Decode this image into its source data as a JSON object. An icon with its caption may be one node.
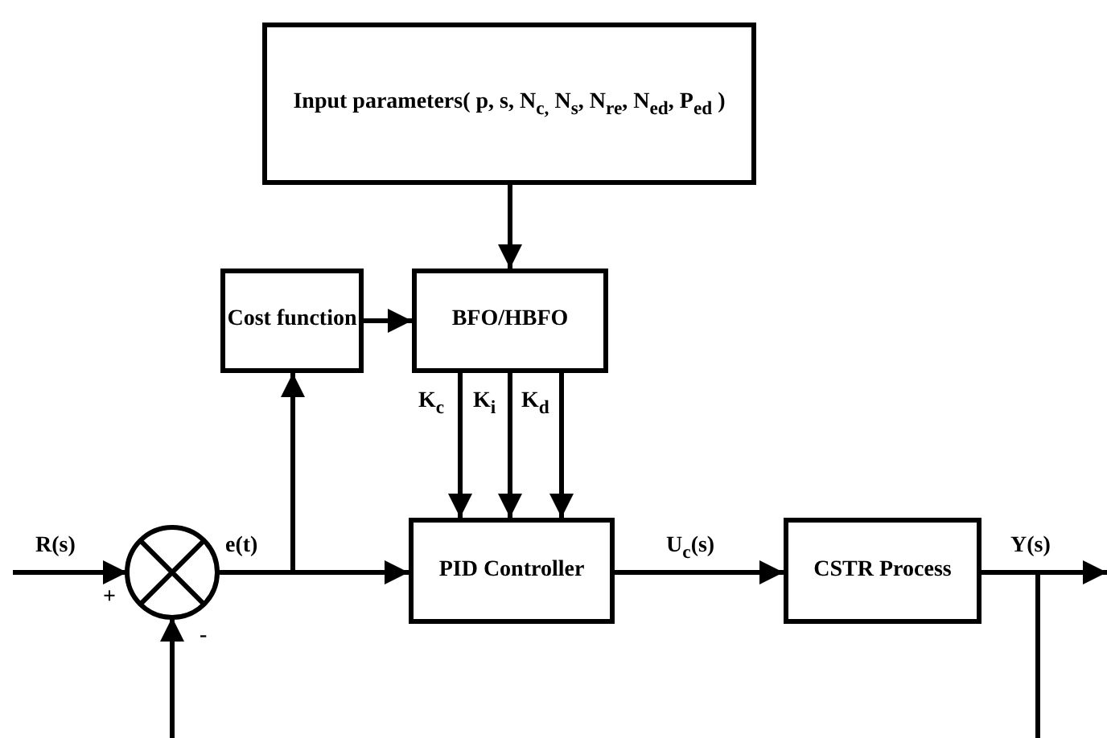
{
  "diagram": {
    "nodes": [
      {
        "text": [
          "Input parameters( p, s, N$_{c,}$ N$_{s}$, N$_{re}$, N$_{ed}$, P$_{ed}$ )"
        ]
      },
      {
        "text": [
          "Cost function"
        ]
      },
      {
        "text": [
          "BFO/HBFO"
        ]
      },
      {
        "text": [
          "PID Controller"
        ]
      },
      {
        "text": [
          "CSTR Process"
        ]
      },
      {
        "text": [],
        "shape": "circle"
      }
    ],
    "edges": [
      {
        "from": 0,
        "to": 2,
        "arrow": "to"
      },
      {
        "from": 1,
        "to": 2,
        "arrow": "to"
      },
      {
        "from": 2,
        "to": 3,
        "arrow": "to",
        "label": "K$_{c}$"
      },
      {
        "from": 2,
        "to": 3,
        "arrow": "to",
        "label": "K$_{i}$"
      },
      {
        "from": 2,
        "to": 3,
        "arrow": "to",
        "label": "K$_{d}$"
      },
      {
        "from": null,
        "to": 5,
        "arrow": "to",
        "label": "R(s)"
      },
      {
        "from": 5,
        "to": 3,
        "arrow": "to",
        "label": "e(t)"
      },
      {
        "from": 5,
        "to": 1,
        "arrow": "to"
      },
      {
        "from": 3,
        "to": 4,
        "arrow": "to",
        "label": "U$_{c}$(s)"
      },
      {
        "from": 4,
        "to": null,
        "arrow": "to",
        "label": "Y(s)"
      },
      {
        "from": 4,
        "to": null,
        "arrow": "none"
      },
      {
        "from": null,
        "to": 5,
        "arrow": "to"
      }
    ],
    "labels": [
      "+",
      "-"
    ]
  }
}
